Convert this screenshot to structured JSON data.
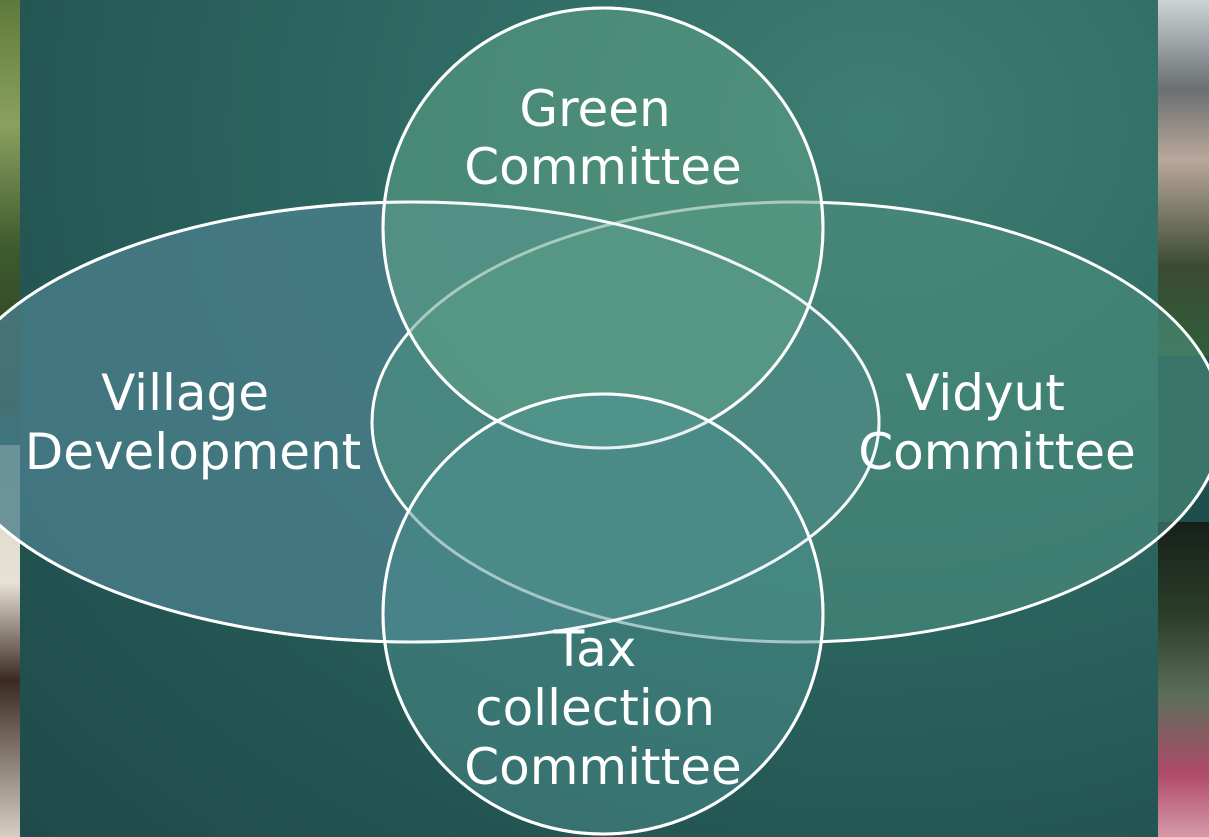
{
  "diagram": {
    "type": "venn",
    "sets": [
      {
        "id": "green",
        "lines": [
          "Green",
          "Committee"
        ]
      },
      {
        "id": "village",
        "lines": [
          "Village",
          "Development"
        ]
      },
      {
        "id": "vidyut",
        "lines": [
          "Vidyut",
          "Committee"
        ]
      },
      {
        "id": "tax",
        "lines": [
          "Tax",
          "collection",
          "Committee"
        ]
      }
    ]
  },
  "colors": {
    "background": "#2f6b64",
    "green_fill": "#5fa387",
    "village_fill": "#4a7f8c",
    "vidyut_fill": "#4c8f7f",
    "tax_fill": "#4c8f8f",
    "stroke": "#ffffff"
  }
}
